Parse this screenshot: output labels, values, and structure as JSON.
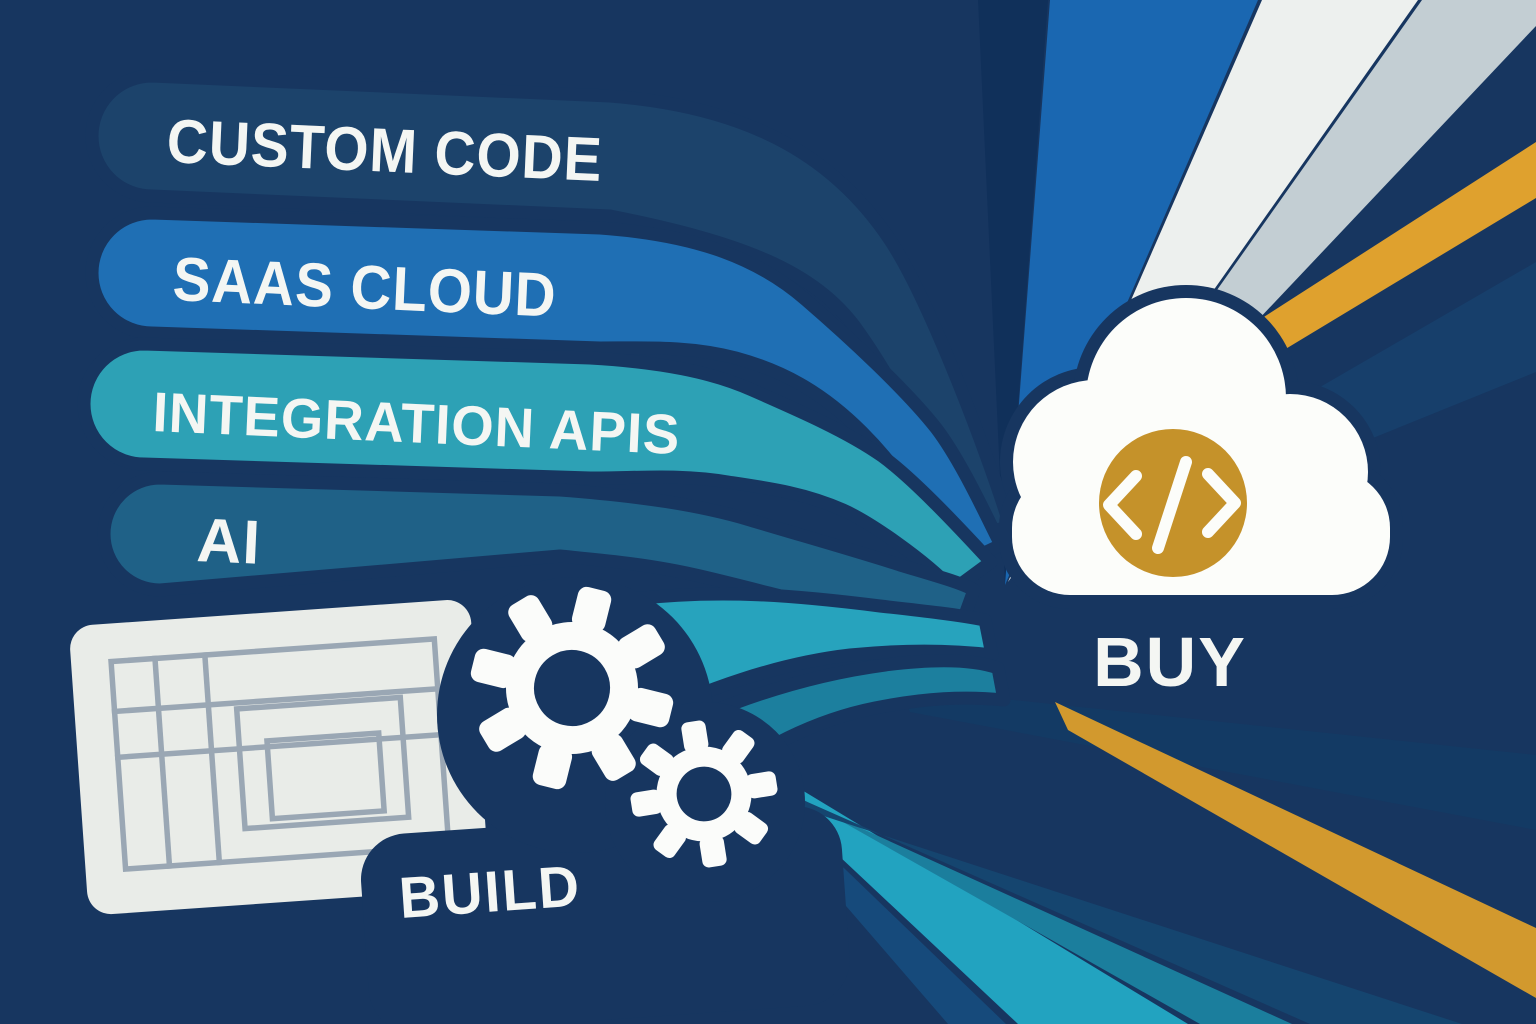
{
  "pills": [
    {
      "label": "CUSTOM CODE",
      "color": "#1c436b"
    },
    {
      "label": "SAAS CLOUD",
      "color": "#1f6fb4"
    },
    {
      "label": "INTEGRATION APIS",
      "color": "#2da1b5"
    },
    {
      "label": "AI",
      "color": "#1f6187"
    }
  ],
  "buy": {
    "label": "BUY",
    "badge_color": "#c5922a",
    "icon": "code-brackets-icon",
    "container_icon": "cloud-icon"
  },
  "build": {
    "label": "BUILD",
    "icons": [
      "wireframe-table-icon",
      "gears-icon"
    ]
  },
  "colors": {
    "background": "#173660",
    "text_white": "#f4f6f3",
    "cloud_white": "#fcfdfa",
    "card_white": "#e9ece8",
    "wireframe_gray": "#9aa7b4",
    "gear_white": "#fbfcfa",
    "stream_teal_bright": "#27a3bd",
    "stream_teal_mid": "#1c7f9e",
    "ray_blue": "#1a67b1",
    "ray_white": "#edf0ee",
    "ray_gray": "#c3ced3",
    "ray_gold_top": "#dfa12e",
    "ray_gold_bottom": "#d2992e",
    "ray_cyan": "#22a3c0",
    "ray_teal": "#1b7e9d",
    "ray_dark_blue": "#164a7b",
    "ray_dark_blue_2": "#15456f",
    "ray_navy_subtle": "#133a64",
    "ray_navy_light": "#173f6b",
    "ray_navy_wedge": "#10305a"
  }
}
